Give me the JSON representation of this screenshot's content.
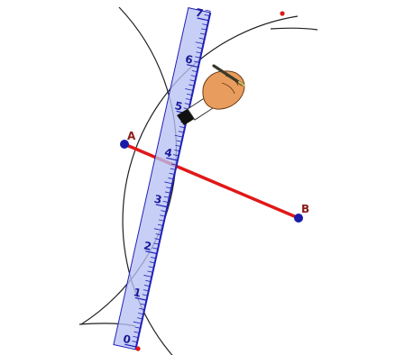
{
  "diagram": {
    "points": {
      "A": {
        "label": "A"
      },
      "B": {
        "label": "B"
      }
    },
    "ruler": {
      "numbers": [
        "0",
        "1",
        "2",
        "3",
        "4",
        "5",
        "6",
        "7"
      ]
    },
    "colors": {
      "segment": "#e01818",
      "point": "#1a1aa8",
      "point_label": "#8c1a1a",
      "arc": "#202020",
      "ruler_fill": "#b7c1f3",
      "ruler_stroke": "#2020b8",
      "ruler_numbers": "#1a1a9a",
      "pencil_mark": "#e01818",
      "hand": "#e89d5e"
    },
    "icons": {
      "drawing_tool": "hand-with-pencil-icon"
    }
  }
}
